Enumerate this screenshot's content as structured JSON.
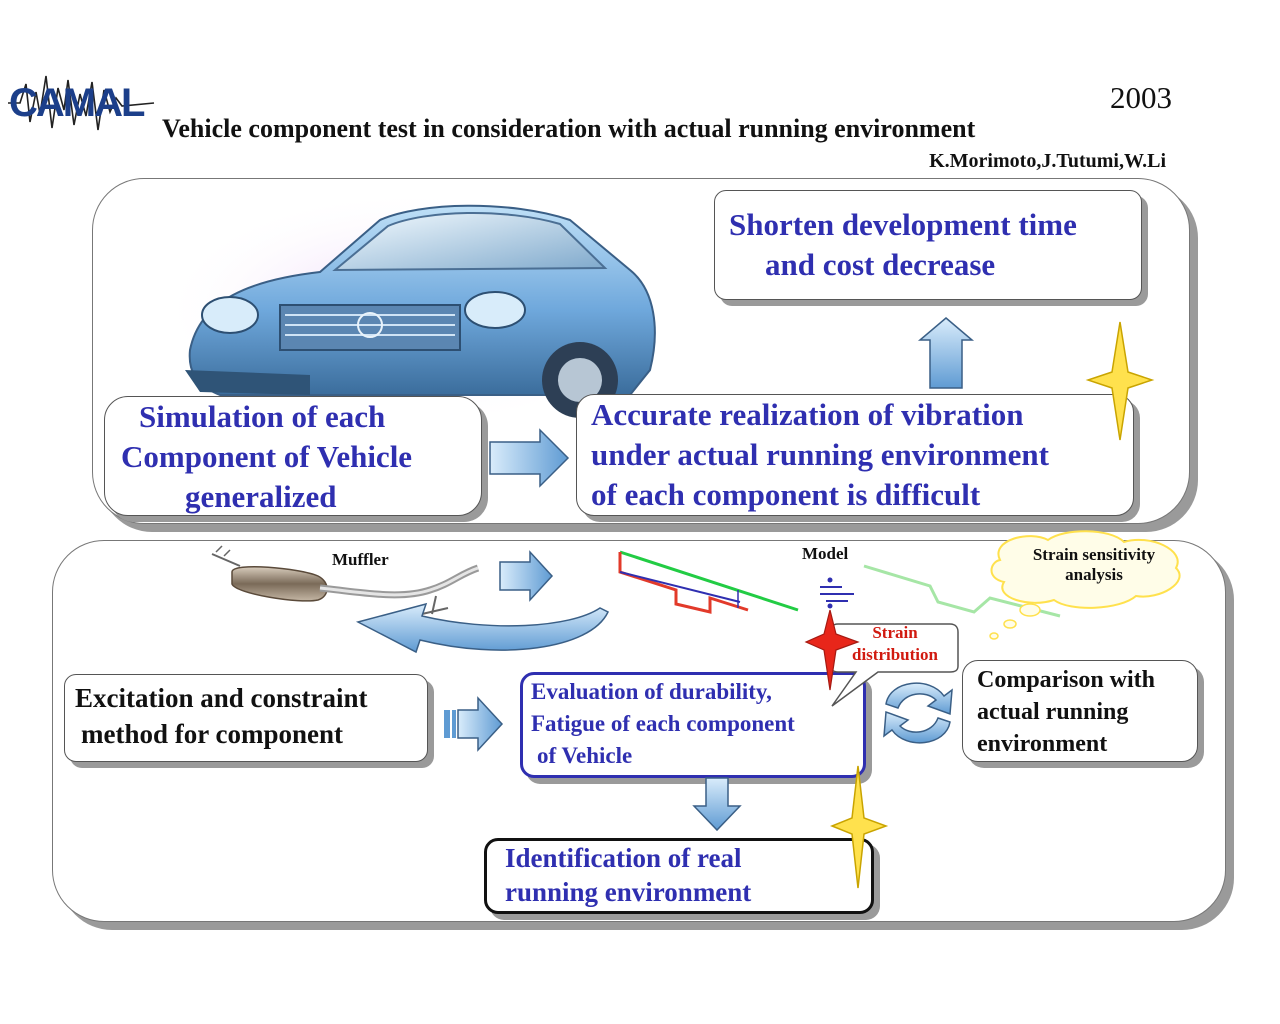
{
  "header": {
    "year": "2003",
    "title": "Vehicle component test in consideration with actual running environment",
    "authors": "K.Morimoto,J.Tutumi,W.Li",
    "logo_text": "CAMAL"
  },
  "top_panel": {
    "goal_box": {
      "line1": "Shorten development time",
      "line2": "and cost decrease"
    },
    "simulation_box": {
      "line1": "Simulation of each",
      "line2": "Component of Vehicle",
      "line3": "generalized"
    },
    "difficulty_box": {
      "line1": "Accurate realization of vibration",
      "line2": "under actual running environment",
      "line3": "of each component is difficult"
    }
  },
  "bottom_panel": {
    "muffler_label": "Muffler",
    "model_label": "Model",
    "strain_sensitivity": {
      "line1": "Strain sensitivity",
      "line2": "analysis"
    },
    "strain_distribution": {
      "line1": "Strain",
      "line2": "distribution"
    },
    "excitation_box": {
      "line1": "Excitation and constraint",
      "line2": "method for component"
    },
    "evaluation_box": {
      "line1": "Evaluation of durability,",
      "line2": "Fatigue of each component",
      "line3": "of Vehicle"
    },
    "comparison_box": {
      "line1": "Comparison with",
      "line2": "actual running",
      "line3": "environment"
    },
    "identification_box": {
      "line1": "Identification of real",
      "line2": "running environment"
    }
  },
  "colors": {
    "text_blue": "#2f2fb0",
    "arrow_fill": "#7fb2e0",
    "star_yellow": "#ffe14d",
    "star_red": "#e8261a",
    "graph_green": "#22cc44",
    "graph_red": "#e23a2a",
    "graph_blue": "#2f2fb0"
  }
}
